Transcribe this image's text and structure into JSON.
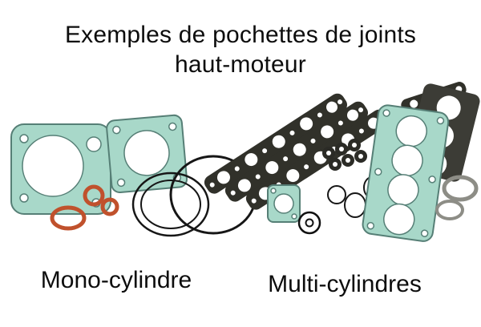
{
  "title": {
    "line1": "Exemples de pochettes de joints",
    "line2": "haut-moteur"
  },
  "captions": {
    "mono": "Mono-cylindre",
    "multi": "Multi-cylindres"
  },
  "illustration": {
    "description_left": "mono-cylinder top-end gasket kit",
    "description_right": "multi-cylinder top-end gasket kit"
  },
  "colors": {
    "background": "#ffffff",
    "text_color": "#0d0d0d",
    "gasket_teal": "#a8d8c9",
    "gasket_edge": "#567f76",
    "oring_orange": "#c0512c",
    "dark_gasket": "#31312a",
    "grey_part": "#8d8d86"
  }
}
